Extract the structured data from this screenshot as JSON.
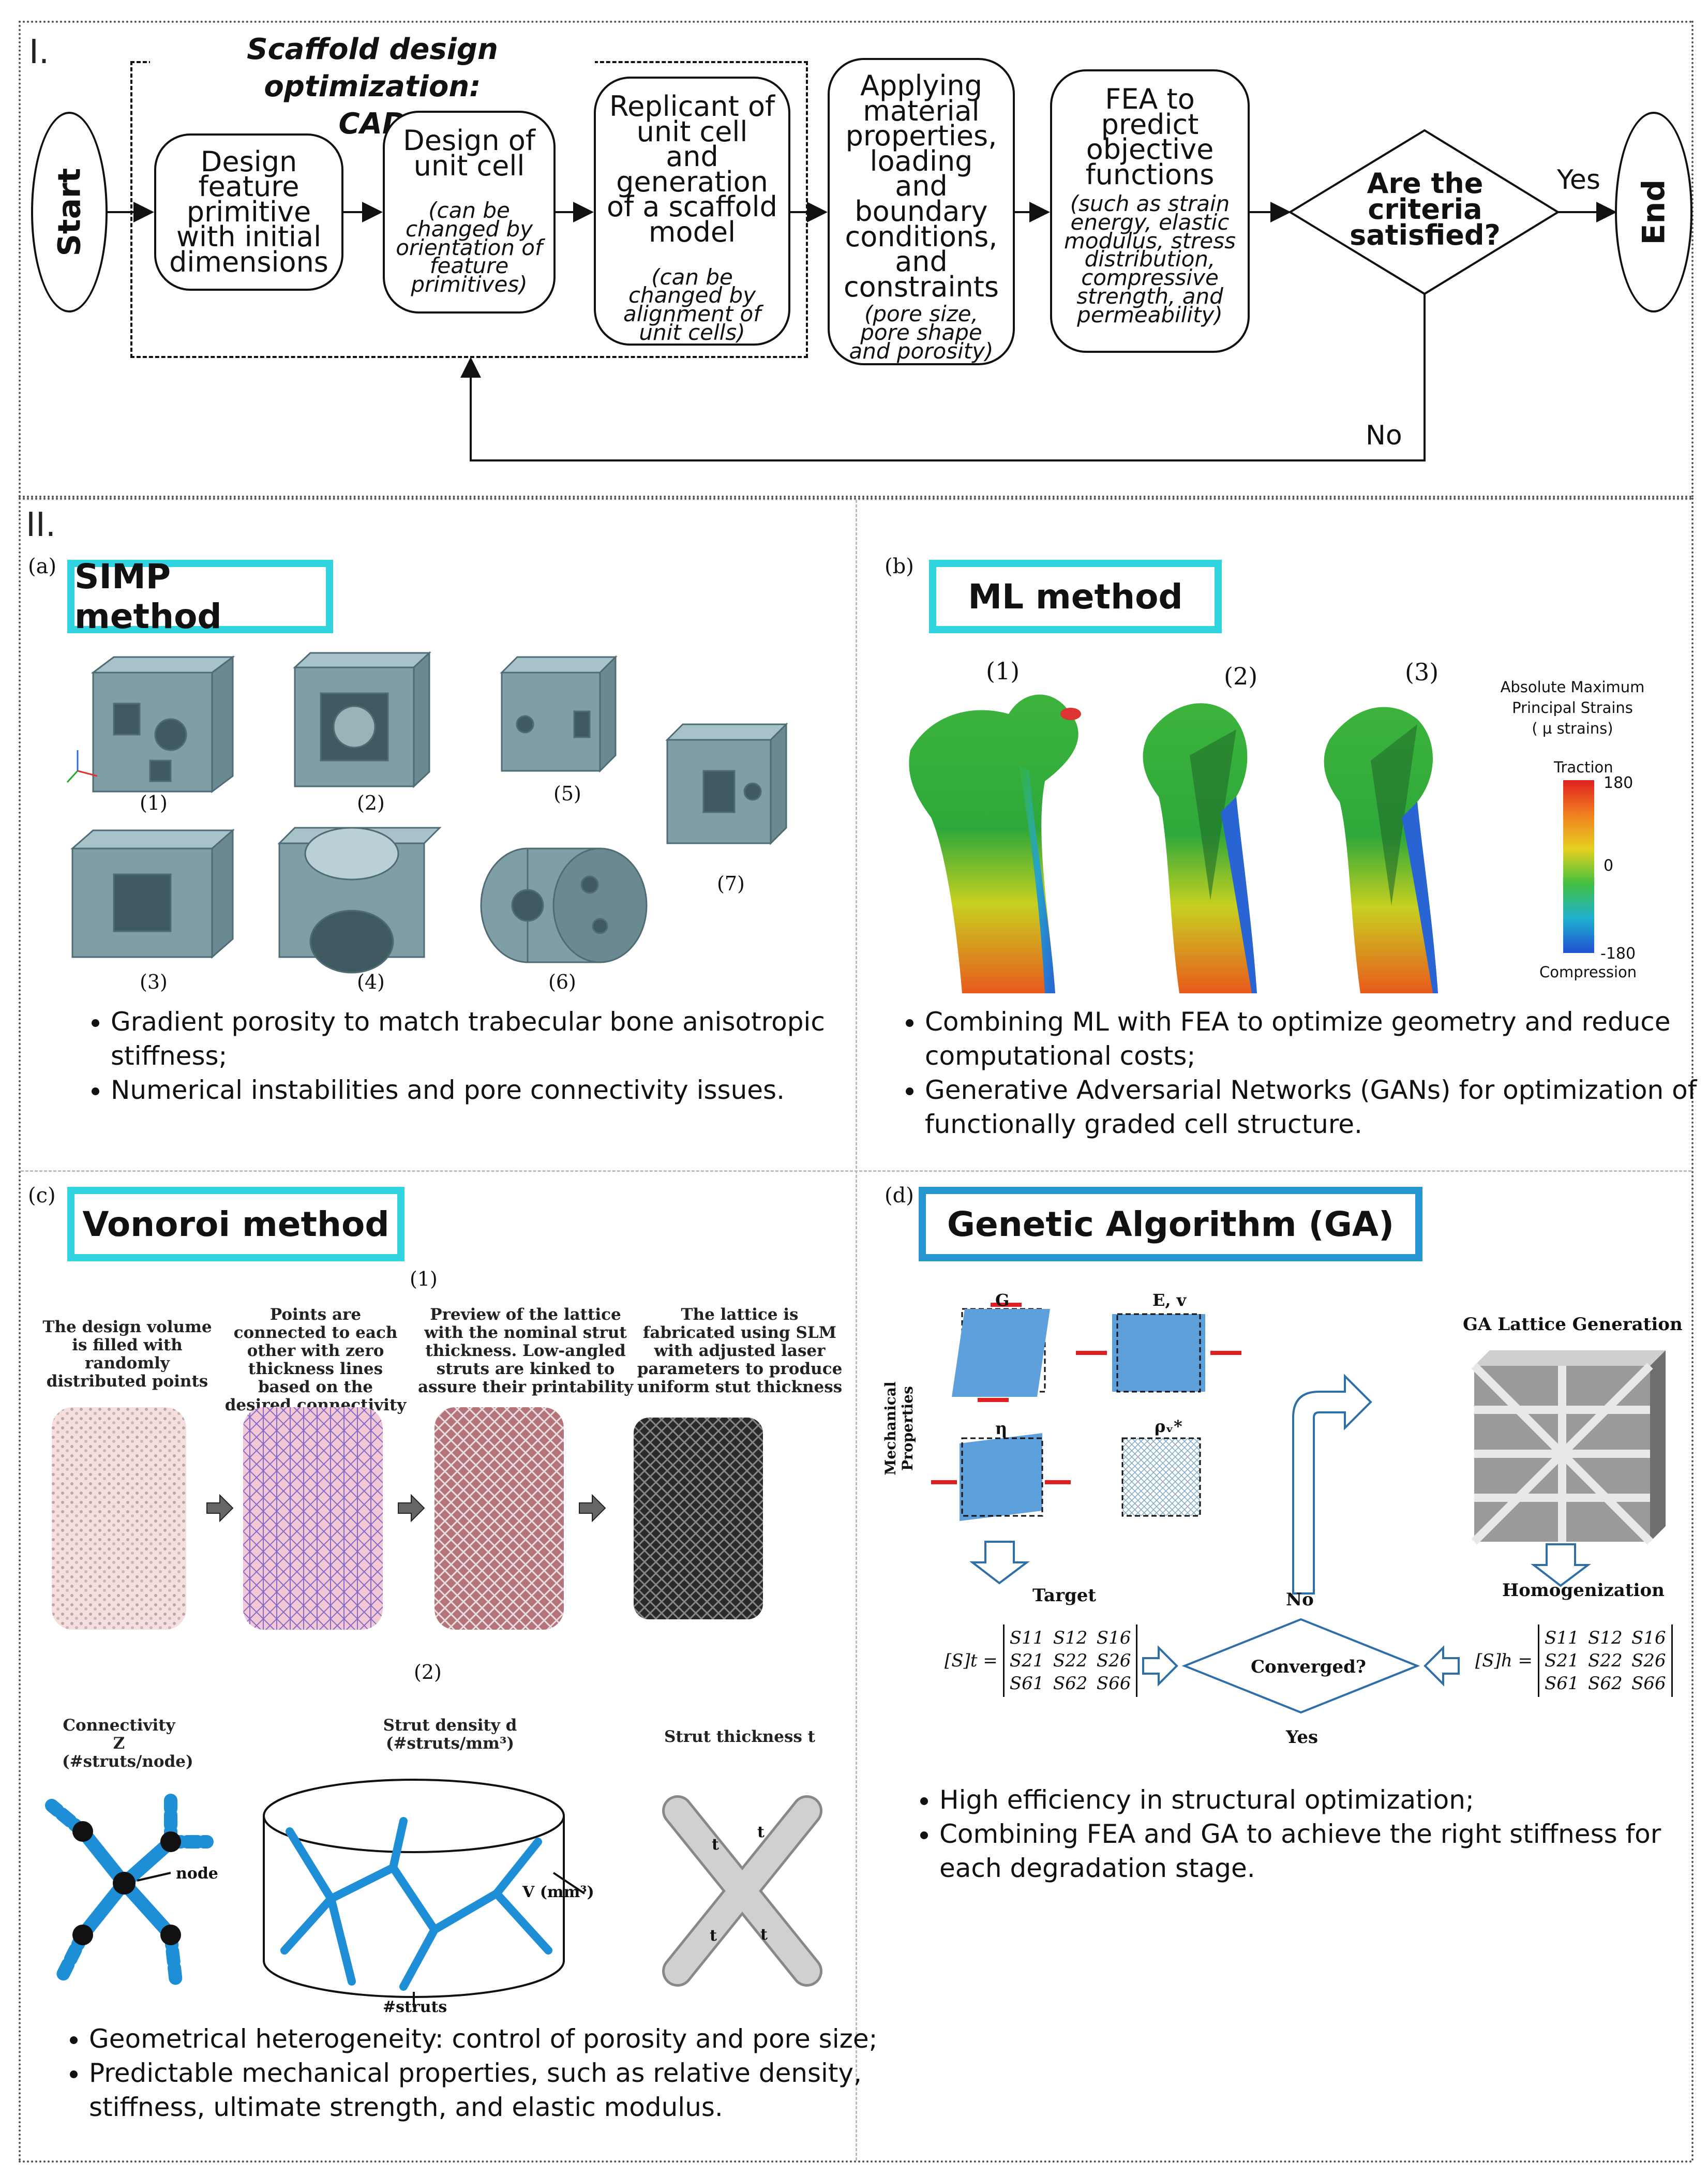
{
  "section1": {
    "label": "I.",
    "cad_title_line1": "Scaffold design optimization:",
    "cad_title_line2": "CAD",
    "start": "Start",
    "end": "End",
    "step1": "Design feature primitive with initial dimensions",
    "step2_main": "Design of unit cell",
    "step2_note": "(can be changed by orientation of feature primitives)",
    "step3_main": "Replicant of unit cell and generation of a scaffold model",
    "step3_note": "(can be changed by alignment of unit cells)",
    "step4_main": "Applying material properties, loading and boundary conditions, and constraints",
    "step4_note": "(pore size, pore shape and porosity)",
    "step5_main": "FEA to predict objective functions",
    "step5_note": "(such as strain energy, elastic modulus, stress distribution, compressive strength, and permeability)",
    "decision": "Are the criteria satisfied?",
    "yes": "Yes",
    "no": "No"
  },
  "section2": {
    "label": "II.",
    "a": {
      "letter": "(a)",
      "title": "SIMP method",
      "captions": [
        "(1)",
        "(2)",
        "(5)",
        "(7)",
        "(3)",
        "(4)",
        "(6)"
      ],
      "bullets": [
        "Gradient porosity to match trabecular bone anisotropic stiffness;",
        "Numerical instabilities and pore connectivity issues."
      ]
    },
    "b": {
      "letter": "(b)",
      "title": "ML method",
      "captions": [
        "(1)",
        "(2)",
        "(3)"
      ],
      "legend_title": [
        "Absolute Maximum",
        "Principal Strains",
        "( µ strains)"
      ],
      "legend_traction": "Traction",
      "legend_compression": "Compression",
      "legend_ticks": [
        "180",
        "0",
        "-180"
      ],
      "bullets": [
        "Combining ML with FEA to optimize geometry and reduce computational costs;",
        "Generative Adversarial Networks (GANs) for optimization of functionally graded cell structure."
      ]
    },
    "c": {
      "letter": "(c)",
      "title": "Vonoroi method",
      "sub1": "(1)",
      "sub2": "(2)",
      "steps": [
        "The design volume is filled with randomly distributed points",
        "Points are connected to each other with zero thickness lines based on the desired connectivity",
        "Preview of the lattice with the nominal strut thickness. Low-angled struts are kinked to assure their printability",
        "The lattice is fabricated using SLM with adjusted laser parameters to produce uniform stut thickness"
      ],
      "params": [
        "Connectivity Z (#struts/node)",
        "Strut density d (#struts/mm³)",
        "Strut thickness t"
      ],
      "node": "node",
      "volume": "V (mm³)",
      "struts": "#struts",
      "t": "t",
      "bullets": [
        "Geometrical heterogeneity: control of porosity and pore size;",
        "Predictable mechanical properties, such as relative density, stiffness, ultimate strength, and elastic modulus."
      ]
    },
    "d": {
      "letter": "(d)",
      "title": "Genetic Algorithm (GA)",
      "mech_props": "Mechanical Properties",
      "G": "G",
      "Ev": "E, v",
      "eta": "η",
      "rho": "ρᵥ*",
      "target": "Target",
      "ga_lattice": "GA Lattice Generation",
      "homogenization": "Homogenization",
      "converged": "Converged?",
      "no": "No",
      "yes": "Yes",
      "st_label": "[S]t =",
      "sh_label": "[S]h =",
      "matrix_rows": [
        [
          "S11",
          "S12",
          "S16"
        ],
        [
          "S21",
          "S22",
          "S26"
        ],
        [
          "S61",
          "S62",
          "S66"
        ]
      ],
      "bullets": [
        "High efficiency in structural optimization;",
        "Combining FEA and GA to achieve the right stiffness for each degradation stage."
      ]
    }
  },
  "colors": {
    "accent_cyan": "#2fd4df",
    "accent_blue": "#2596d0",
    "part_gray": "#7f9ea6",
    "strut_blue": "#1e8fd6"
  }
}
